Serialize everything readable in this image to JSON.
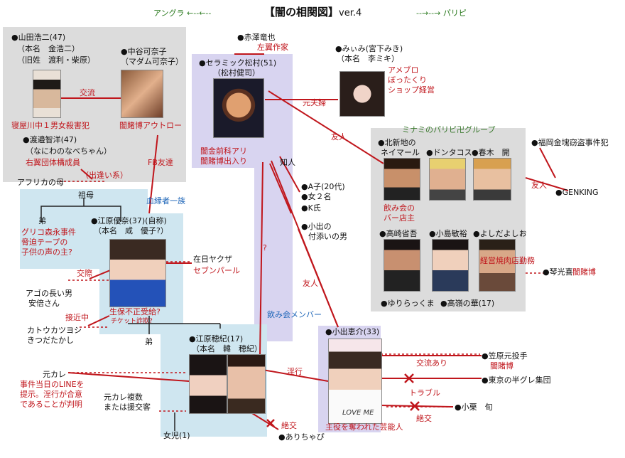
{
  "header": {
    "left_label": "アングラ ←--←--",
    "title": "【闇の相関図】",
    "version": "ver.4",
    "right_label": "--→--→ パリピ"
  },
  "colors": {
    "gray_box": "#dcdcdc",
    "lavender": "#d8d4f0",
    "light_blue": "#cfe6f0",
    "red": "#c0161c",
    "blue": "#1a63b7",
    "green": "#3c7a30"
  },
  "people": {
    "yamada": {
      "name": "●山田浩二(47)",
      "real": "（本名　金浩二）",
      "old": "（旧姓　渡利・柴原）",
      "desc": "寝屋川中１男女殺害犯"
    },
    "nakatani": {
      "name": "●中谷可奈子",
      "alias": "（マダム可奈子）",
      "desc": "闇賭博アウトロー"
    },
    "watase": {
      "name": "●渡邉智洋(47)",
      "alias": "（なにわのなべちゃん）",
      "desc": "右翼団体構成員"
    },
    "akazawa": {
      "name": "●赤澤竜也",
      "desc": "左翼作家"
    },
    "matsumura": {
      "name": "●セラミック松村(51)",
      "real": "（松村健司）",
      "desc1": "闇金前科アリ",
      "desc2": "闇賭博出入り"
    },
    "miimi": {
      "name": "●みぃみ(宮下みき)",
      "real": "（本名　李ミキ）",
      "desc1": "アメブロ",
      "desc2": "ぼったくり",
      "desc3": "ショップ経営"
    },
    "africa_mother": {
      "name": "アフリカの母"
    },
    "grandmother": {
      "name": "祖母"
    },
    "brother": {
      "name": "弟",
      "desc1": "グリコ森永事件",
      "desc2": "脅迫テープの",
      "desc3": "子供の声の主?"
    },
    "yuna": {
      "name": "●江原優奈(37)(自称)",
      "real": "（本名　咸　優子?）",
      "desc1": "生保不正受給?",
      "desc2": "チケット詐欺?"
    },
    "zainichi": {
      "name": "在日ヤクザ",
      "desc": "セブンパール"
    },
    "abe": {
      "name1": "アゴの長い男",
      "name2": "安倍さん"
    },
    "katsu": {
      "name1": "カトウカツヨシ",
      "name2": "きつだたかし"
    },
    "younger_brother": {
      "name": "弟"
    },
    "honoka": {
      "name": "●江原穂紀(17)",
      "real": "（本名　韓　穂紀）"
    },
    "ex": {
      "name": "元カレ",
      "desc1": "事件当日のLINEを",
      "desc2": "提示。淫行が合意",
      "desc3": "であることが判明"
    },
    "ex_multi": {
      "name1": "元カレ複数",
      "name2": "または援交客"
    },
    "daughter": {
      "name": "女児(1)"
    },
    "arichabi": {
      "name": "●ありちゃぴ"
    },
    "a_ko": {
      "name": "●A子(20代)"
    },
    "two_women": {
      "name": "●女２名"
    },
    "k": {
      "name": "●K氏"
    },
    "koide_partner": {
      "name1": "●小出の",
      "name2": "付添いの男"
    },
    "koide": {
      "name": "●小出恵介(33)",
      "desc": "主役を奪われた芸能人"
    },
    "kasahara": {
      "name": "●笠原元投手",
      "desc": "闇賭博"
    },
    "tokyo_group": {
      "name": "●東京の半グレ集団"
    },
    "oguri": {
      "name": "●小栗　旬"
    },
    "fukuoka": {
      "name": "●福岡金塊窃盗事件犯"
    },
    "genking": {
      "name": "●GENKING"
    },
    "kotomitsu": {
      "name": "●琴光喜",
      "desc": "闇賭博"
    }
  },
  "group": {
    "title": "ミナミのパリピ卍グループ",
    "neymar": {
      "name1": "●北新地の",
      "name2": "ネイマール",
      "desc1": "飲み会の",
      "desc2": "バー店主"
    },
    "dontacos": {
      "name": "●ドンタコス"
    },
    "haruki": {
      "name": "●春木　開"
    },
    "takasaki": {
      "name": "●高崎省吾"
    },
    "kojima": {
      "name": "●小島敏裕"
    },
    "yoshida": {
      "name": "●よしだよしお",
      "desc": "経営焼肉店勤務"
    },
    "yurirakkuma": {
      "name": "●ゆりらっくま"
    },
    "takamine": {
      "name": "●高嶺の華(17)"
    }
  },
  "relations": {
    "kouryuu": "交流",
    "fb": "FB友達",
    "deai": "（出逢い系）",
    "ketsuen": "血縁者一族",
    "motofuufu": "元夫婦",
    "yuujin1": "友人",
    "yuujin2": "友人",
    "yuujin3": "友人",
    "chijin": "知人",
    "question": "?",
    "kousai": "交際",
    "sekkinchuu": "接近中",
    "nomikai": "飲み会メンバー",
    "inkou": "淫行",
    "kouryuu_ari": "交流あり",
    "trouble": "トラブル",
    "zekkou1": "絶交",
    "zekkou2": "絶交"
  }
}
